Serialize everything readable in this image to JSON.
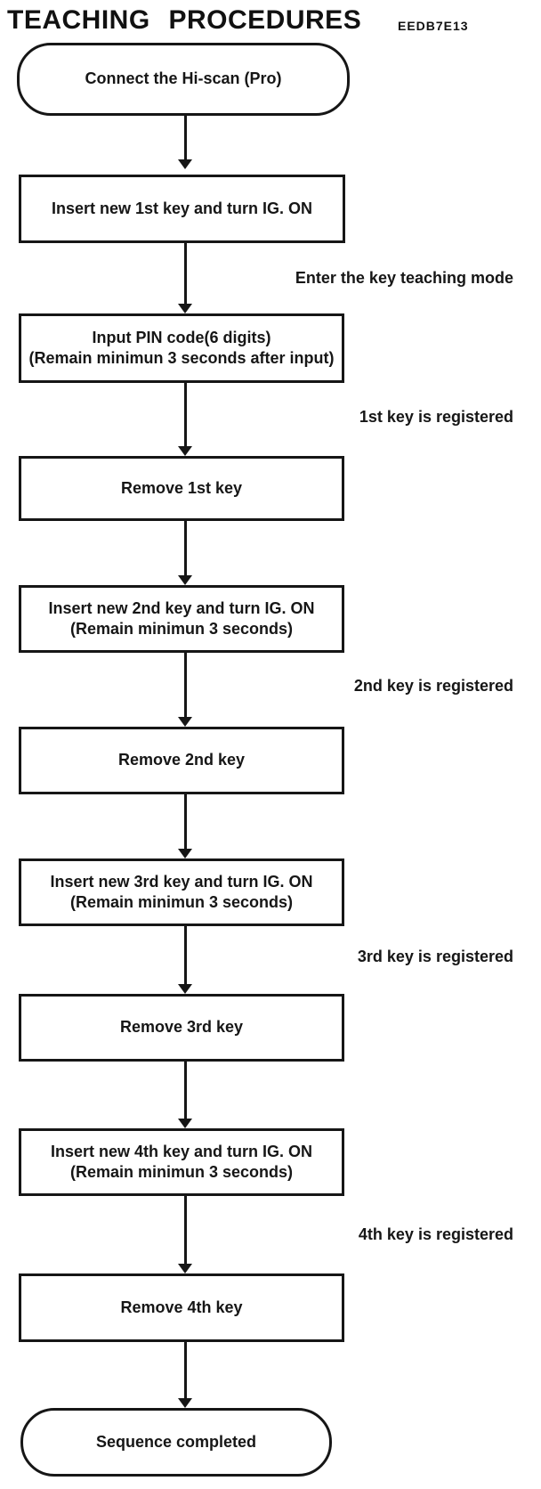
{
  "header": {
    "title": "TEACHING PROCEDURES",
    "code": "EEDB7E13"
  },
  "colors": {
    "ink": "#161616",
    "background": "#ffffff"
  },
  "flow": {
    "nodes": [
      {
        "shape": "rounded",
        "line1": "Connect the Hi-scan (Pro)"
      },
      {
        "shape": "rect",
        "line1": "Insert new 1st key and turn IG. ON"
      },
      {
        "shape": "rect",
        "line1": "Input PIN code(6 digits)",
        "line2": "(Remain minimun 3 seconds after input)"
      },
      {
        "shape": "rect",
        "line1": "Remove 1st key"
      },
      {
        "shape": "rect",
        "line1": "Insert new 2nd key and turn IG. ON",
        "line2": "(Remain minimun 3 seconds)"
      },
      {
        "shape": "rect",
        "line1": "Remove 2nd key"
      },
      {
        "shape": "rect",
        "line1": "Insert new 3rd key and turn IG. ON",
        "line2": "(Remain minimun 3 seconds)"
      },
      {
        "shape": "rect",
        "line1": "Remove 3rd key"
      },
      {
        "shape": "rect",
        "line1": "Insert new 4th key and turn IG. ON",
        "line2": "(Remain minimun 3 seconds)"
      },
      {
        "shape": "rect",
        "line1": "Remove 4th key"
      },
      {
        "shape": "rounded",
        "line1": "Sequence completed"
      }
    ],
    "edge_labels": [
      {
        "text": "Enter the key teaching mode"
      },
      {
        "text": "1st key is registered"
      },
      {
        "text": "2nd key is registered"
      },
      {
        "text": "3rd key is registered"
      },
      {
        "text": "4th key is registered"
      }
    ]
  }
}
